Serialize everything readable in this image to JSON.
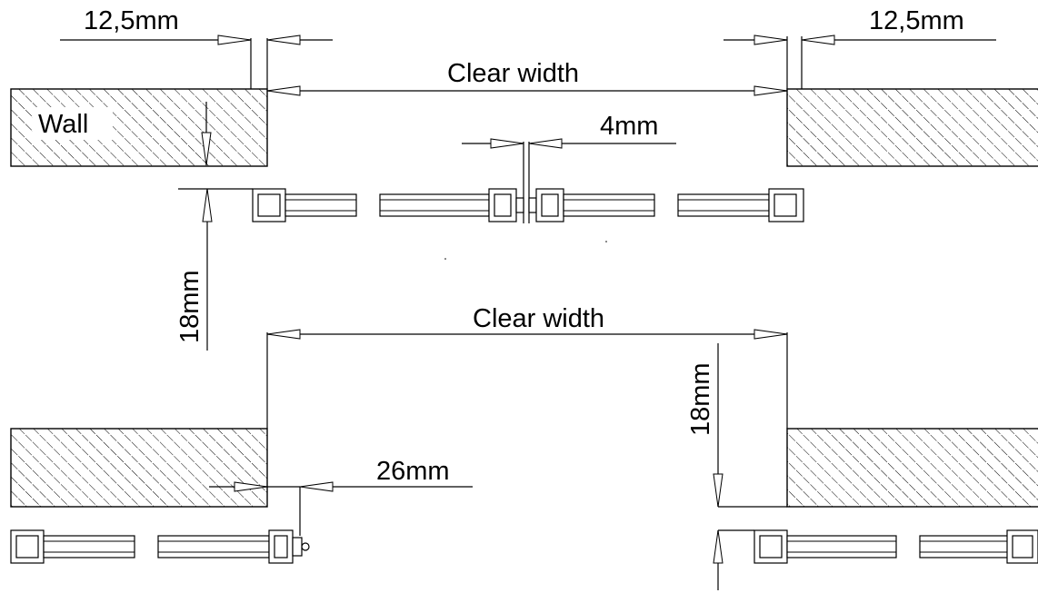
{
  "diagram": {
    "labels": {
      "wall": "Wall",
      "top_left_gap": "12,5mm",
      "top_right_gap": "12,5mm",
      "top_clear_width": "Clear width",
      "center_gap": "4mm",
      "left_vertical": "18mm",
      "bottom_clear_width": "Clear width",
      "right_vertical": "18mm",
      "bottom_offset": "26mm"
    }
  }
}
